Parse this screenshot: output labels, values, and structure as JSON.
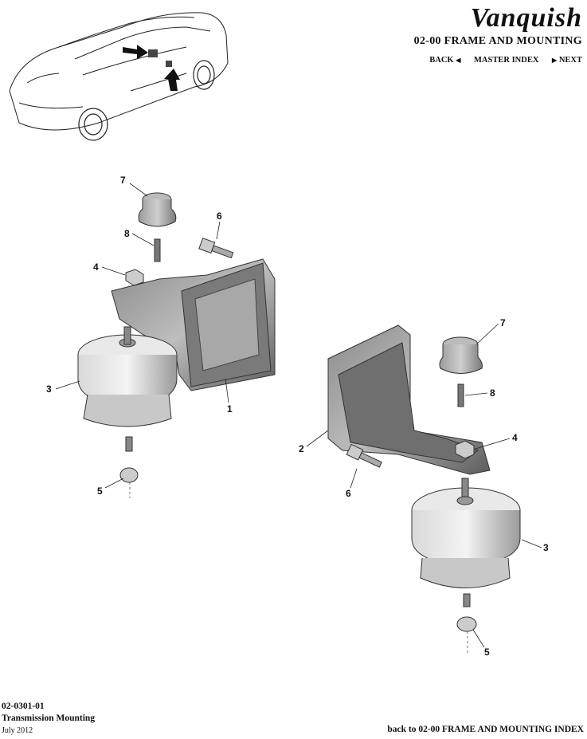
{
  "header": {
    "brand": "Vanquish",
    "section_title": "02-00 FRAME AND MOUNTING",
    "nav": {
      "back": "BACK",
      "master_index": "MASTER INDEX",
      "next": "NEXT"
    }
  },
  "callouts": [
    "7",
    "6",
    "8",
    "4",
    "3",
    "1",
    "5",
    "7",
    "8",
    "2",
    "4",
    "6",
    "3",
    "5"
  ],
  "footer": {
    "code": "02-0301-01",
    "title": "Transmission Mounting",
    "date": "July 2012",
    "back_link": "back to 02-00 FRAME AND MOUNTING INDEX"
  }
}
